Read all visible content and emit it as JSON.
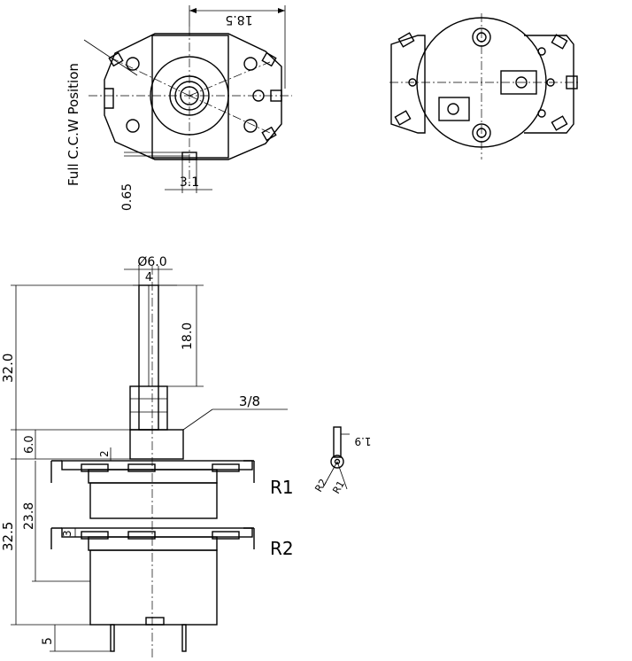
{
  "labels": {
    "dim_18_5": "18.5",
    "full_ccw": "Full C.C.W Position",
    "dim_0_65": "0.65",
    "dim_3_1": "3.1",
    "dim_dia_6": "Ø6.0",
    "dim_4": "4",
    "dim_18": "18.0",
    "dim_32": "32.0",
    "dim_3_8": "3/8",
    "dim_6": "6.0",
    "dim_2": "2",
    "dim_23_8": "23.8",
    "dim_32_5": "32.5",
    "dim_3": "3",
    "dim_5": "5",
    "r1": "R1",
    "r2": "R2",
    "dim_1_9": "1.9",
    "detail_r1": "R1",
    "detail_r2": "R2"
  }
}
